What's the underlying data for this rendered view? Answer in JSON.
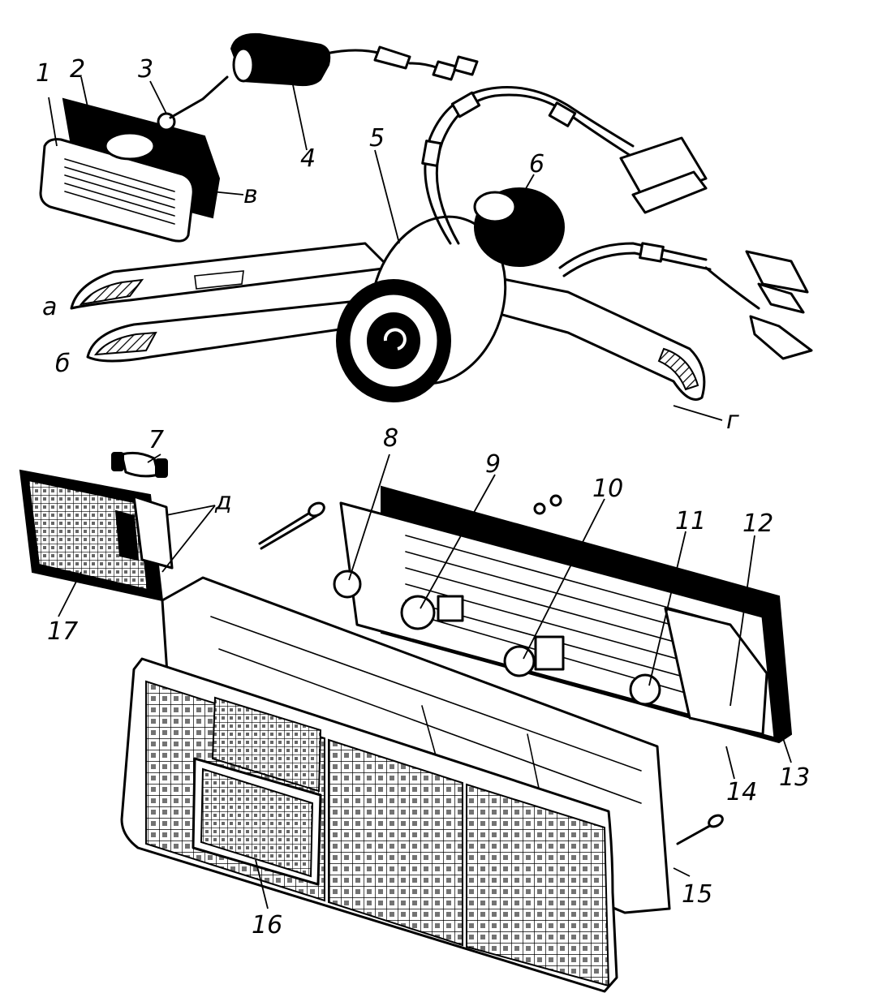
{
  "labels": {
    "n1": "1",
    "n2": "2",
    "n3": "3",
    "n4": "4",
    "n5": "5",
    "n6": "6",
    "n7": "7",
    "n8": "8",
    "n9": "9",
    "n10": "10",
    "n11": "11",
    "n12": "12",
    "n13": "13",
    "n14": "14",
    "n15": "15",
    "n16": "16",
    "n17": "17",
    "v": "в",
    "a": "а",
    "b": "б",
    "g": "г",
    "d": "д"
  }
}
